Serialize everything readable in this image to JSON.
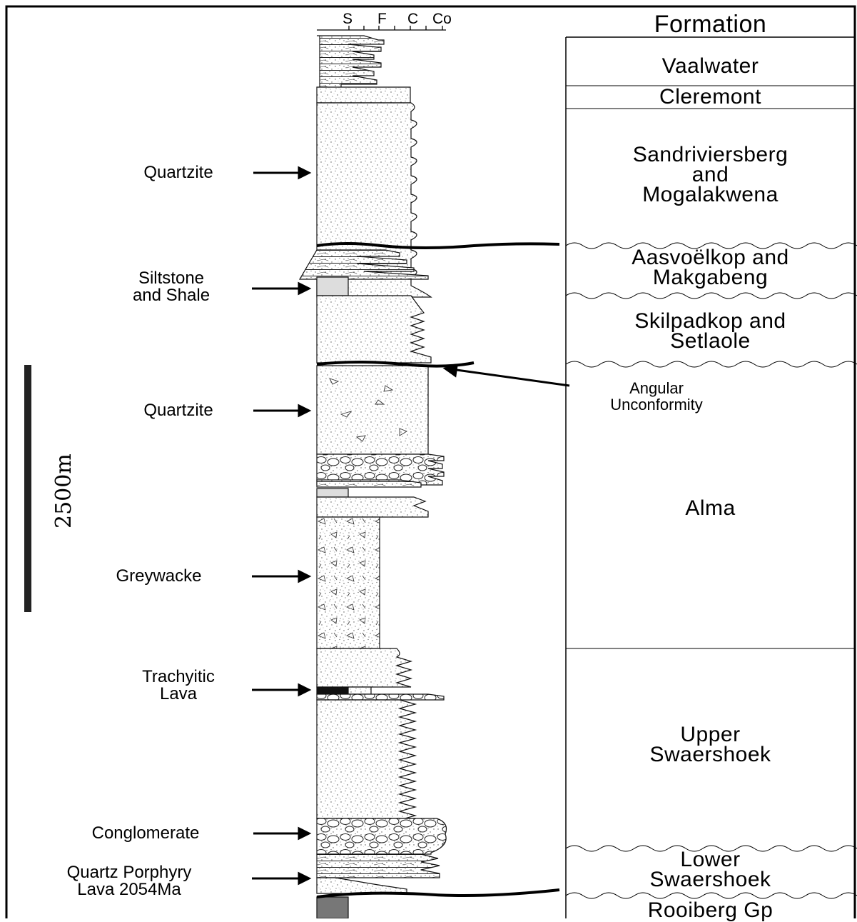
{
  "header": {
    "title": "Formation",
    "grain_scale": [
      "S",
      "F",
      "C",
      "Co"
    ]
  },
  "formations": [
    {
      "lines": [
        "Vaalwater"
      ]
    },
    {
      "lines": [
        "Cleremont"
      ]
    },
    {
      "lines": [
        "Sandriviersberg",
        "and",
        "Mogalakwena"
      ]
    },
    {
      "lines": [
        "Aasvoëlkop and",
        "Makgabeng"
      ]
    },
    {
      "lines": [
        "Skilpadkop and",
        "Setlaole"
      ]
    },
    {
      "lines": [
        "Alma"
      ]
    },
    {
      "lines": [
        "Upper",
        "Swaershoek"
      ]
    },
    {
      "lines": [
        "Lower",
        "Swaershoek"
      ]
    },
    {
      "lines": [
        "Rooiberg Gp"
      ]
    }
  ],
  "lithology_labels": [
    {
      "lines": [
        "Quartzite"
      ]
    },
    {
      "lines": [
        "Siltstone",
        "and Shale"
      ]
    },
    {
      "lines": [
        "Quartzite"
      ]
    },
    {
      "lines": [
        "Greywacke"
      ]
    },
    {
      "lines": [
        "Trachyitic",
        "Lava"
      ]
    },
    {
      "lines": [
        "Conglomerate"
      ]
    },
    {
      "lines": [
        "Quartz Porphyry",
        "Lava 2054Ma"
      ]
    }
  ],
  "unconformity_note": [
    "Angular",
    "Unconformity"
  ],
  "scale_bar": {
    "label": "2500m"
  }
}
